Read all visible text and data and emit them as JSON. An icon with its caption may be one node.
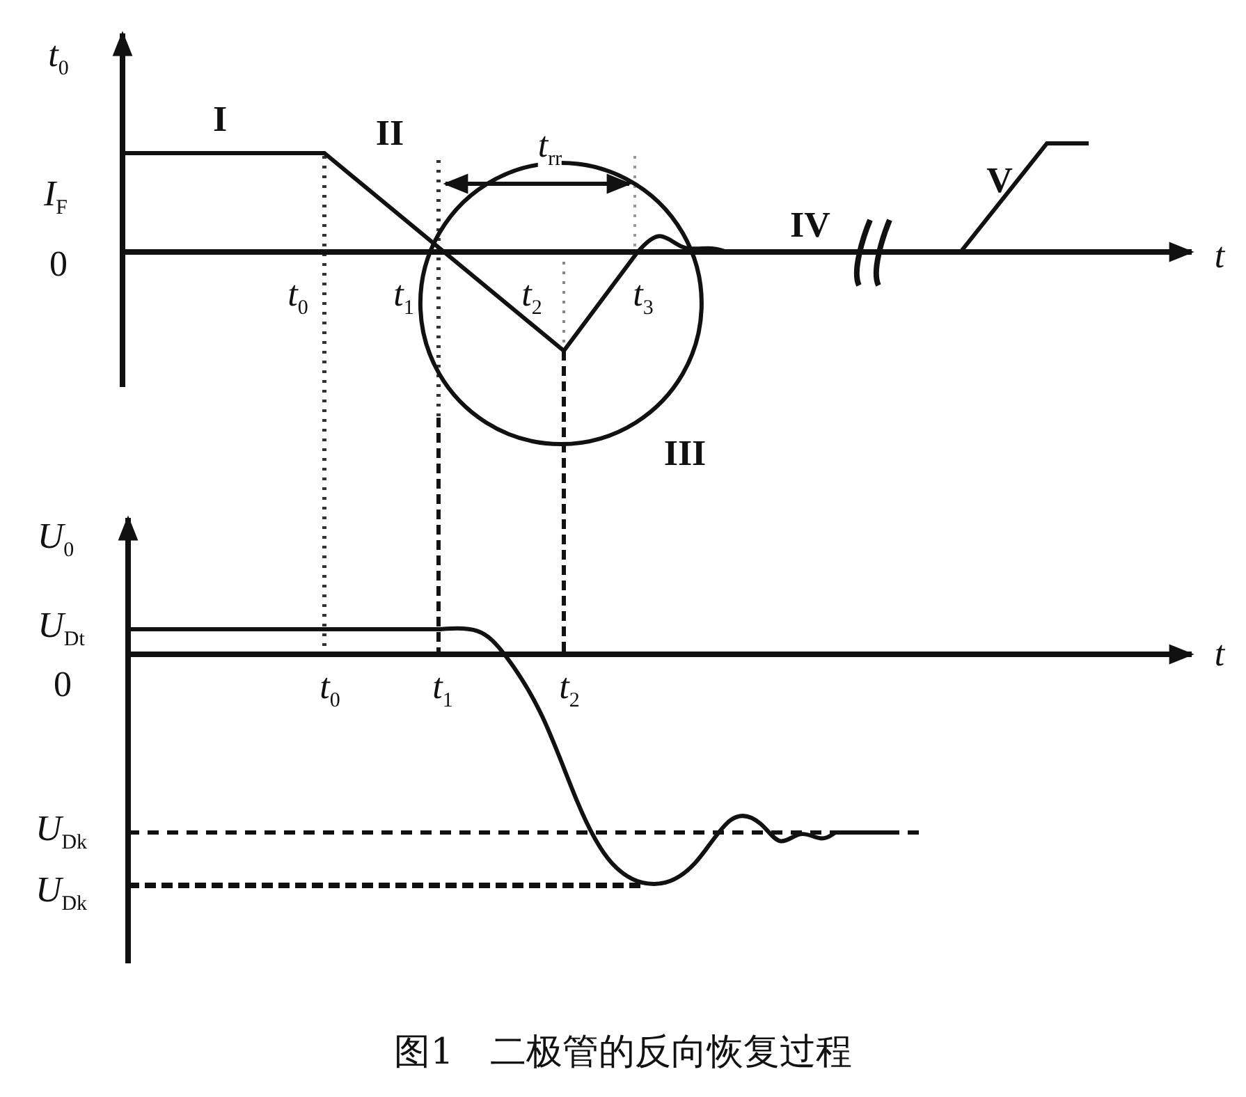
{
  "diagram": {
    "caption": "图1　二极管的反向恢复过程",
    "labels": [
      "*t*$_{0}$",
      "I",
      "II",
      "*t*$_{rr}$",
      "*I*$_{F}$",
      "IV",
      "V",
      "0",
      "*t*$_{0}$",
      "*t*$_{1}$",
      "*t*$_{2}$",
      "*t*$_{3}$",
      "*t*",
      "III",
      "*U*$_{0}$",
      "*U*$_{Dt}$",
      "0",
      "*t*",
      "*t*$_{0}$",
      "*t*$_{1}$",
      "*t*$_{2}$",
      "*U*$_{Dk}$",
      "*U*$_{Dk}$"
    ]
  }
}
